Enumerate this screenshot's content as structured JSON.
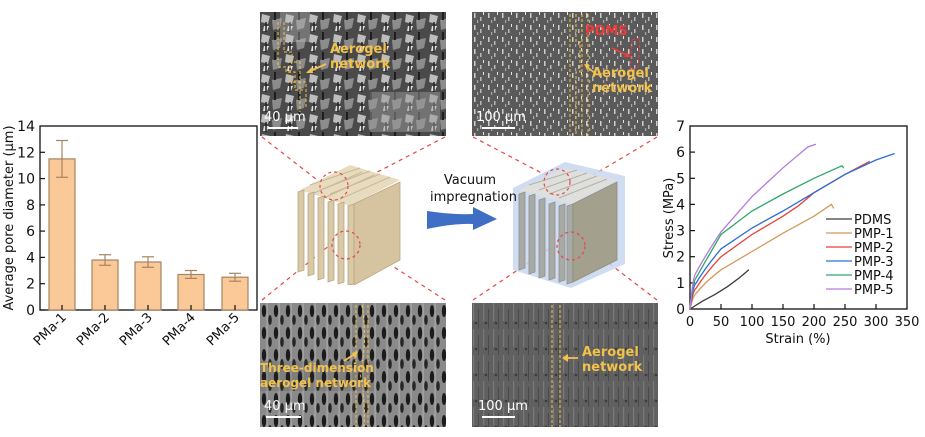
{
  "figure": {
    "process_label_line1": "Vacuum",
    "process_label_line2": "impregnation",
    "arrow_color": "#3e6fc5",
    "connector_color": "#e84545"
  },
  "sem_images": {
    "top_left": {
      "scale": "40 µm",
      "annotation_line1": "Aerogel",
      "annotation_line2": "network"
    },
    "top_right": {
      "scale": "100 µm",
      "annotation_red": "PDMS",
      "annotation_line1": "Aerogel",
      "annotation_line2": "network"
    },
    "bottom_left": {
      "scale": "40 µm",
      "annotation_line1": "Three-dimension",
      "annotation_line2": "aerogel network"
    },
    "bottom_right": {
      "scale": "100 µm",
      "annotation_line1": "Aerogel",
      "annotation_line2": "network"
    }
  },
  "illustrations": {
    "left": "aerogel-scaffold",
    "right": "pdms-impregnated-aerogel"
  },
  "chart_data": [
    {
      "type": "bar",
      "title": "",
      "xlabel": "",
      "ylabel": "Average pore diameter (μm)",
      "categories": [
        "PMa-1",
        "PMa-2",
        "PMa-3",
        "PMa-4",
        "PMa-5"
      ],
      "values": [
        11.5,
        3.8,
        3.65,
        2.7,
        2.5
      ],
      "error": [
        1.4,
        0.4,
        0.4,
        0.3,
        0.3
      ],
      "ylim": [
        0,
        14
      ],
      "yticks": [
        0,
        2,
        4,
        6,
        8,
        10,
        12,
        14
      ],
      "bar_color": "#fbc998",
      "edge_color": "#a58462",
      "grid": false
    },
    {
      "type": "line",
      "title": "",
      "xlabel": "Strain (%)",
      "ylabel": "Stress (MPa)",
      "xlim": [
        0,
        350
      ],
      "ylim": [
        0,
        7
      ],
      "xticks": [
        0,
        50,
        100,
        150,
        200,
        250,
        300,
        350
      ],
      "yticks": [
        0,
        1,
        2,
        3,
        4,
        5,
        6,
        7
      ],
      "legend_position": "lower right",
      "grid": false,
      "series": [
        {
          "name": "PDMS",
          "color": "#3a3a3a",
          "x": [
            0,
            20,
            40,
            60,
            80,
            95
          ],
          "y": [
            0,
            0.3,
            0.55,
            0.85,
            1.2,
            1.5
          ]
        },
        {
          "name": "PMP-1",
          "color": "#d49a5a",
          "x": [
            0,
            10,
            25,
            50,
            100,
            150,
            200,
            228,
            232
          ],
          "y": [
            0,
            0.6,
            1.1,
            1.5,
            2.2,
            2.9,
            3.55,
            4.0,
            3.85
          ]
        },
        {
          "name": "PMP-2",
          "color": "#e83f3f",
          "x": [
            0,
            10,
            25,
            50,
            100,
            150,
            175,
            200,
            250,
            290
          ],
          "y": [
            0,
            0.8,
            1.4,
            2.0,
            2.85,
            3.55,
            3.95,
            4.45,
            5.15,
            5.65
          ]
        },
        {
          "name": "PMP-3",
          "color": "#2a6fd6",
          "x": [
            0,
            10,
            25,
            50,
            100,
            150,
            200,
            250,
            300,
            330
          ],
          "y": [
            0,
            1.0,
            1.65,
            2.3,
            3.1,
            3.75,
            4.45,
            5.15,
            5.7,
            5.95
          ]
        },
        {
          "name": "PMP-4",
          "color": "#2fa86a",
          "x": [
            0,
            10,
            25,
            50,
            100,
            150,
            200,
            245,
            248
          ],
          "y": [
            0,
            1.2,
            2.0,
            2.85,
            3.75,
            4.4,
            5.0,
            5.48,
            5.4
          ]
        },
        {
          "name": "PMP-5",
          "color": "#b57ae0",
          "x": [
            0,
            10,
            25,
            50,
            100,
            150,
            190,
            203
          ],
          "y": [
            0,
            1.4,
            2.1,
            2.95,
            4.3,
            5.4,
            6.2,
            6.3
          ]
        }
      ]
    }
  ],
  "bar_chart": {
    "ylabel": "Average pore diameter (μm)",
    "yticks": [
      "0",
      "2",
      "4",
      "6",
      "8",
      "10",
      "12",
      "14"
    ],
    "categories": [
      "PMa-1",
      "PMa-2",
      "PMa-3",
      "PMa-4",
      "PMa-5"
    ]
  },
  "line_chart": {
    "xlabel": "Strain (%)",
    "ylabel": "Stress (MPa)",
    "xticks": [
      "0",
      "50",
      "100",
      "150",
      "200",
      "250",
      "300",
      "350"
    ],
    "yticks": [
      "0",
      "1",
      "2",
      "3",
      "4",
      "5",
      "6",
      "7"
    ],
    "legend": [
      "PDMS",
      "PMP-1",
      "PMP-2",
      "PMP-3",
      "PMP-4",
      "PMP-5"
    ]
  }
}
